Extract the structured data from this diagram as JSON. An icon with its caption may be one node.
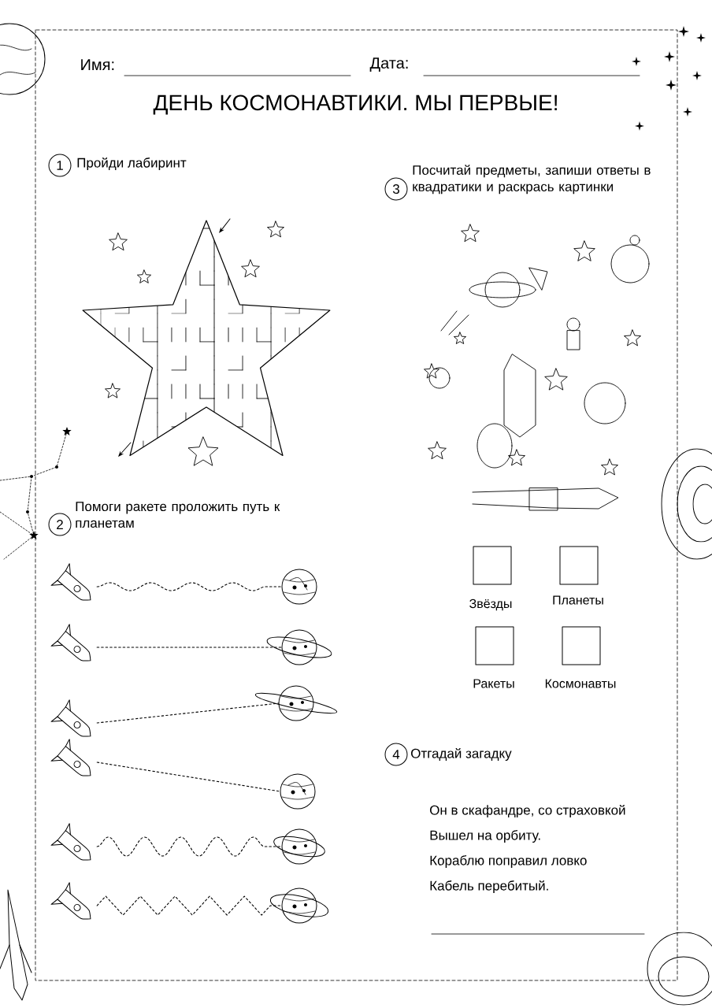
{
  "diagram": {
    "title": "ДЕНЬ КОСМОНАВТИКИ. МЫ ПЕРВЫЕ!",
    "nodes": [
      {
        "text": [
          "1"
        ],
        "beside": [
          "Пройди лабиринт"
        ]
      },
      {
        "text": [
          "2"
        ],
        "beside": [
          "Помоги ракете проложить путь к планетам"
        ]
      },
      {
        "text": [],
        "shape": "picture"
      },
      {
        "text": [],
        "shape": "picture"
      },
      {
        "text": [],
        "shape": "picture"
      },
      {
        "text": [],
        "shape": "picture"
      },
      {
        "text": [],
        "shape": "picture"
      },
      {
        "text": [],
        "shape": "picture"
      },
      {
        "text": [],
        "shape": "picture"
      },
      {
        "text": [],
        "shape": "picture"
      },
      {
        "text": [],
        "shape": "picture"
      },
      {
        "text": [],
        "shape": "picture"
      },
      {
        "text": [],
        "shape": "picture"
      },
      {
        "text": [],
        "shape": "picture"
      },
      {
        "text": [
          "3"
        ],
        "beside": [
          "Посчитай предметы, запиши ответы в квадратики и раскрась картинки"
        ]
      },
      {
        "text": [],
        "shape": "box",
        "beside": [
          "Звёзды"
        ]
      },
      {
        "text": [],
        "shape": "box",
        "beside": [
          "Планеты"
        ]
      },
      {
        "text": [],
        "shape": "box",
        "beside": [
          "Ракеты"
        ]
      },
      {
        "text": [],
        "shape": "box",
        "beside": [
          "Космонавты"
        ]
      },
      {
        "text": [
          "4"
        ],
        "beside": [
          "Отгадай загадку"
        ]
      }
    ],
    "edges": [
      {
        "from": 2,
        "to": 3,
        "arrow": "none",
        "style": "dashed"
      },
      {
        "from": 4,
        "to": 5,
        "arrow": "none",
        "style": "dashed"
      },
      {
        "from": 6,
        "to": 7,
        "arrow": "none",
        "style": "dashed"
      },
      {
        "from": 8,
        "to": 9,
        "arrow": "none",
        "style": "dashed"
      },
      {
        "from": 10,
        "to": 11,
        "arrow": "none",
        "style": "dashed"
      },
      {
        "from": 12,
        "to": 13,
        "arrow": "none",
        "style": "dashed"
      }
    ],
    "labels": [
      "Имя:",
      "Дата:",
      "Он в скафандре, со страховкой",
      "Вышел на орбиту.",
      "Кораблю поправил ловко",
      "Кабель перебитый."
    ]
  }
}
